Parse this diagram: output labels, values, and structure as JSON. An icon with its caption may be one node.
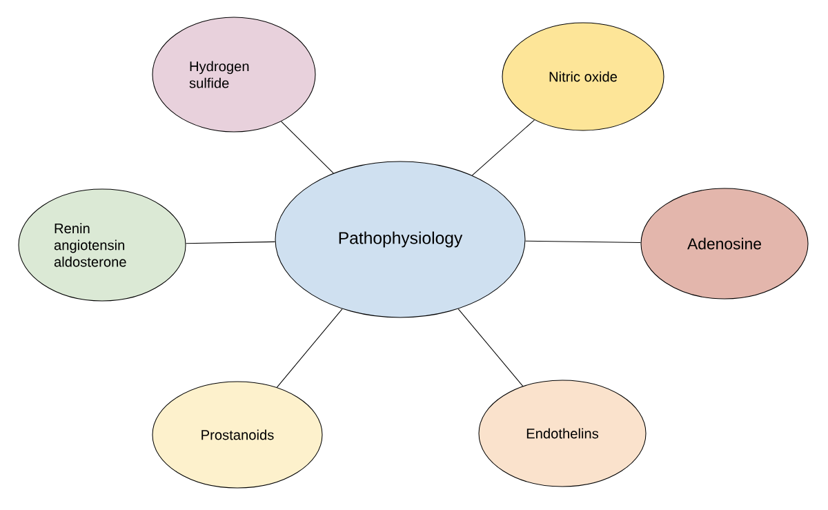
{
  "diagram": {
    "nodes": [
      {
        "text": [
          "Pathophysiology"
        ]
      },
      {
        "text": [
          "Hydrogen sulfide"
        ]
      },
      {
        "text": [
          "Nitric oxide"
        ]
      },
      {
        "text": [
          "Renin angiotensin aldosterone"
        ]
      },
      {
        "text": [
          "Adenosine"
        ]
      },
      {
        "text": [
          "Prostanoids"
        ]
      },
      {
        "text": [
          "Endothelins"
        ]
      }
    ],
    "edges": [
      {
        "from": 0,
        "to": 1,
        "arrow": "none"
      },
      {
        "from": 0,
        "to": 2,
        "arrow": "none"
      },
      {
        "from": 0,
        "to": 3,
        "arrow": "none"
      },
      {
        "from": 0,
        "to": 4,
        "arrow": "none"
      },
      {
        "from": 0,
        "to": 5,
        "arrow": "none"
      },
      {
        "from": 0,
        "to": 6,
        "arrow": "none"
      }
    ]
  }
}
